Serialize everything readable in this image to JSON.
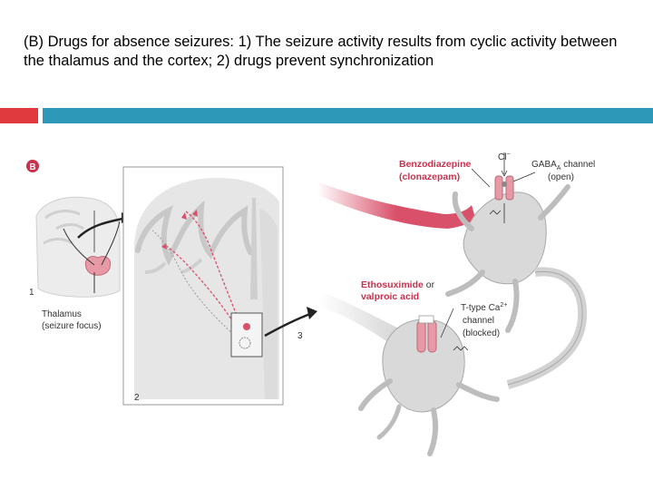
{
  "slide": {
    "title": "(B) Drugs for absence seizures: 1) The seizure activity results from cyclic activity between the thalamus and the cortex; 2) drugs prevent synchronization"
  },
  "figure": {
    "panel_letter": "B",
    "step_labels": [
      "1",
      "2",
      "3"
    ],
    "thalamus_label_line1": "Thalamus",
    "thalamus_label_line2": "(seizure focus)",
    "benzo_line1": "Benzodiazepine",
    "benzo_line2": "(clonazepam)",
    "cl_ion": "Cl",
    "cl_charge": "−",
    "gaba_prefix": "GABA",
    "gaba_sub": "A",
    "gaba_suffix": " channel",
    "gaba_state": "(open)",
    "etho_line1_bold": "Ethosuximide",
    "etho_line1_rest": " or",
    "etho_line2": "valproic acid",
    "ttype_prefix": "T-type Ca",
    "ttype_sup": "2+",
    "ttype_line2": "channel",
    "ttype_state": "(blocked)"
  },
  "colors": {
    "accent_red": "#e03a3e",
    "accent_blue": "#2e98b8",
    "drug_label": "#c8324e",
    "channel_pink": "#e79aa6",
    "neuron_gray": "#d9d9d9"
  }
}
